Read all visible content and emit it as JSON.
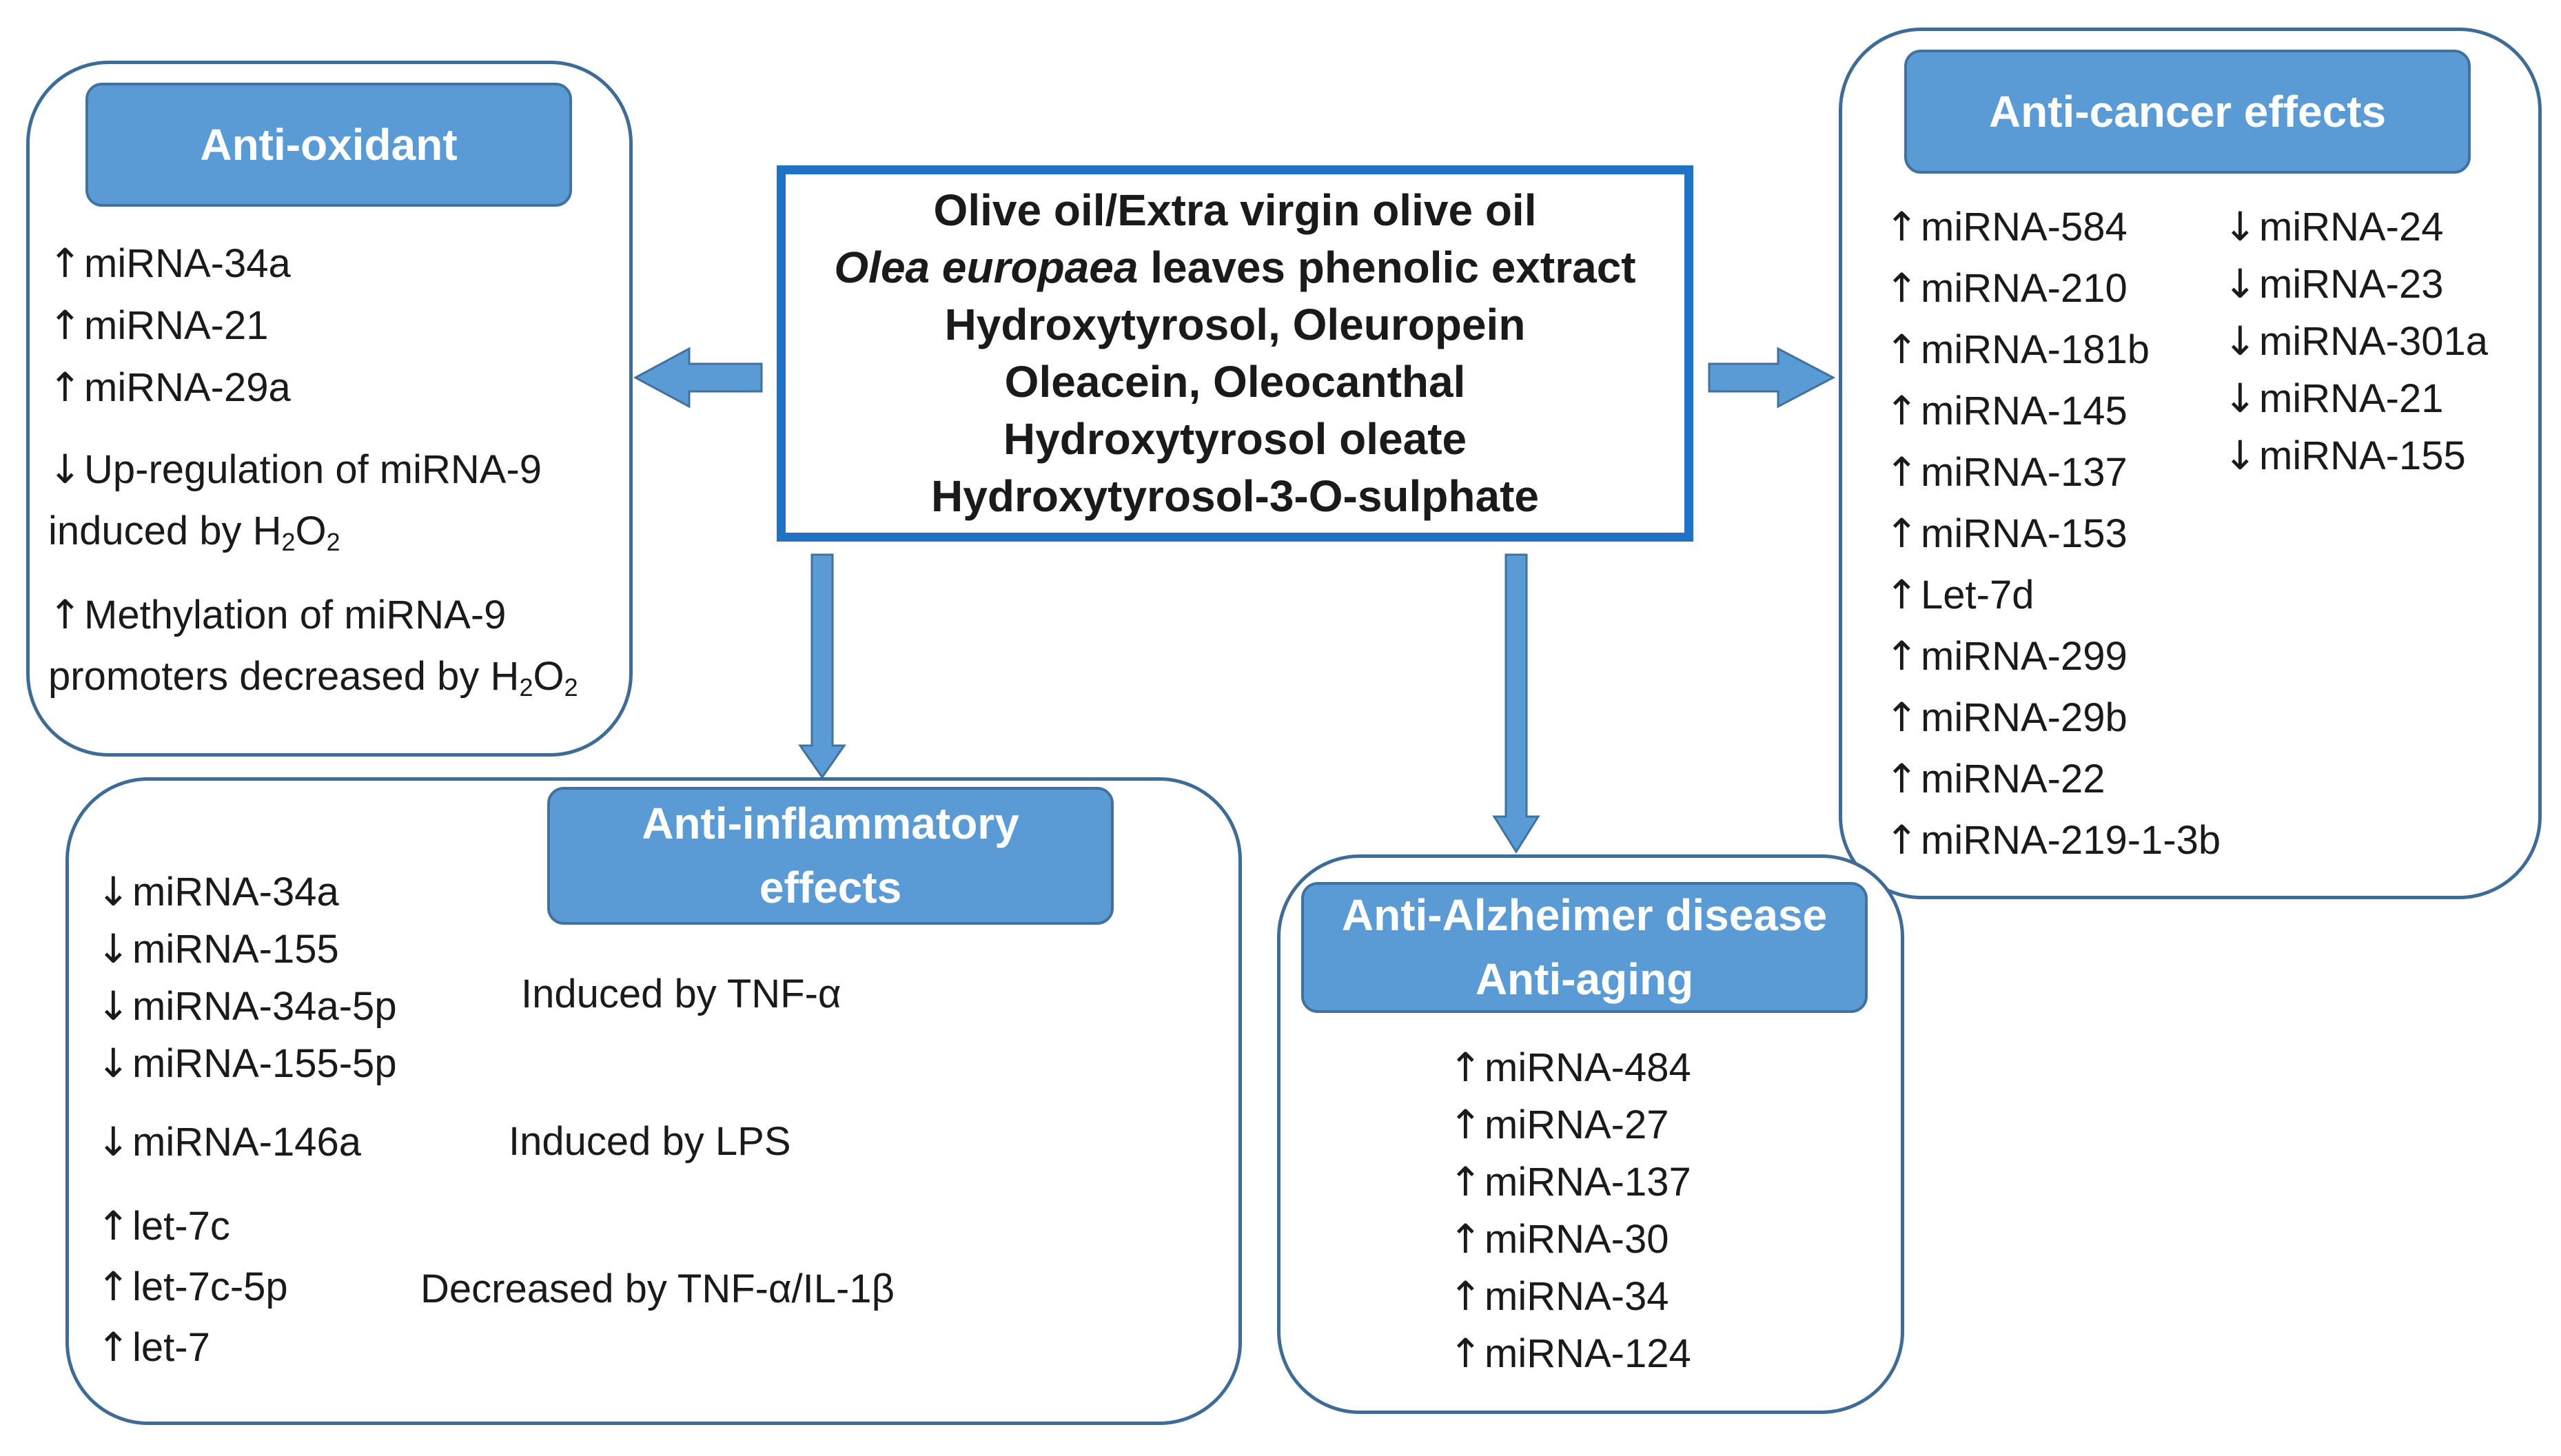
{
  "center": {
    "lines": [
      "Olive oil/Extra virgin olive oil",
      "leaves phenolic extract",
      "Hydroxytyrosol, Oleuropein",
      "Oleacein, Oleocanthal",
      "Hydroxytyrosol oleate",
      "Hydroxytyrosol-3-O-sulphate"
    ],
    "italic_part": "Olea europaea"
  },
  "antioxidant": {
    "title": "Anti-oxidant",
    "items": [
      {
        "arrow": "↑",
        "text": "miRNA-34a"
      },
      {
        "arrow": "↑",
        "text": "miRNA-21"
      },
      {
        "arrow": "↑",
        "text": "miRNA-29a"
      }
    ],
    "note1": {
      "arrow": "↓",
      "line1": "Up-regulation of  miRNA-9",
      "line2": "induced by H",
      "sub2": "2",
      "o": "O",
      "sub2b": "2"
    },
    "note2": {
      "arrow": "↑",
      "line1": "Methylation of miRNA-9",
      "line2": "promoters decreased by H",
      "sub2": "2",
      "o": "O",
      "sub2b": "2"
    }
  },
  "anticancer": {
    "title": "Anti-cancer effects",
    "up": [
      "miRNA-584",
      "miRNA-210",
      "miRNA-181b",
      "miRNA-145",
      "miRNA-137",
      "miRNA-153",
      "Let-7d",
      "miRNA-299",
      "miRNA-29b",
      "miRNA-22",
      "miRNA-219-1-3b"
    ],
    "down": [
      "miRNA-24",
      "miRNA-23",
      "miRNA-301a",
      "miRNA-21",
      "miRNA-155"
    ],
    "up_arrow": "↑",
    "down_arrow": "↓"
  },
  "antiinflammatory": {
    "title_line1": "Anti-inflammatory",
    "title_line2": "effects",
    "group1": [
      "miRNA-34a",
      "miRNA-155",
      "miRNA-34a-5p",
      "miRNA-155-5p"
    ],
    "group1_arrow": "↓",
    "group1_label": "Induced by TNF-α",
    "item146": "miRNA-146a",
    "item146_arrow": "↓",
    "lps_label": "Induced by LPS",
    "group2": [
      "let-7c",
      "let-7c-5p",
      "let-7"
    ],
    "group2_arrow": "↑",
    "group2_label": "Decreased by TNF-α/IL-1β"
  },
  "alzheimer": {
    "title_line1": "Anti-Alzheimer disease",
    "title_line2": "Anti-aging",
    "arrow": "↑",
    "items": [
      "miRNA-484",
      "miRNA-27",
      "miRNA-137",
      "miRNA-30",
      "miRNA-34",
      "miRNA-124"
    ]
  },
  "colors": {
    "header_fill": "#5b9bd5",
    "panel_border": "#3f6b97",
    "center_border": "#1f72c4",
    "arrow_fill": "#5b9bd5"
  }
}
